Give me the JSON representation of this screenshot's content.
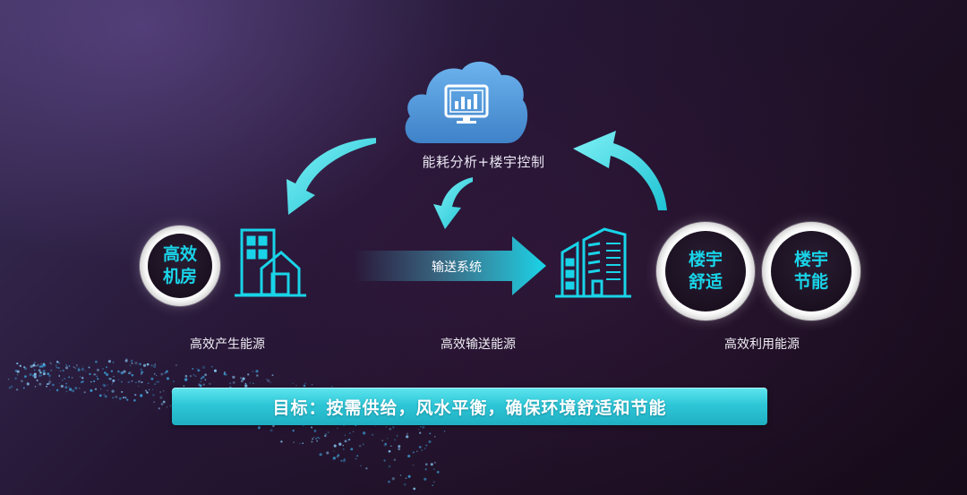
{
  "cloud": {
    "label": "能耗分析+楼宇控制",
    "icon": "monitor-chart-icon"
  },
  "nodes": [
    {
      "text": "高效\n机房",
      "line1": "高效",
      "line2": "机房"
    },
    {
      "line1": "楼宇",
      "line2": "舒适"
    },
    {
      "line1": "楼宇",
      "line2": "节能"
    }
  ],
  "pipe": {
    "label": "输送系统"
  },
  "captions": {
    "produce": "高效产生能源",
    "transport": "高效输送能源",
    "use": "高效利用能源"
  },
  "goal": {
    "text": "目标：按需供给，风水平衡，确保环境舒适和节能"
  },
  "colors": {
    "accent": "#19d4e8",
    "cloud": "#4a92d6",
    "bar": "#2ec7d7"
  }
}
